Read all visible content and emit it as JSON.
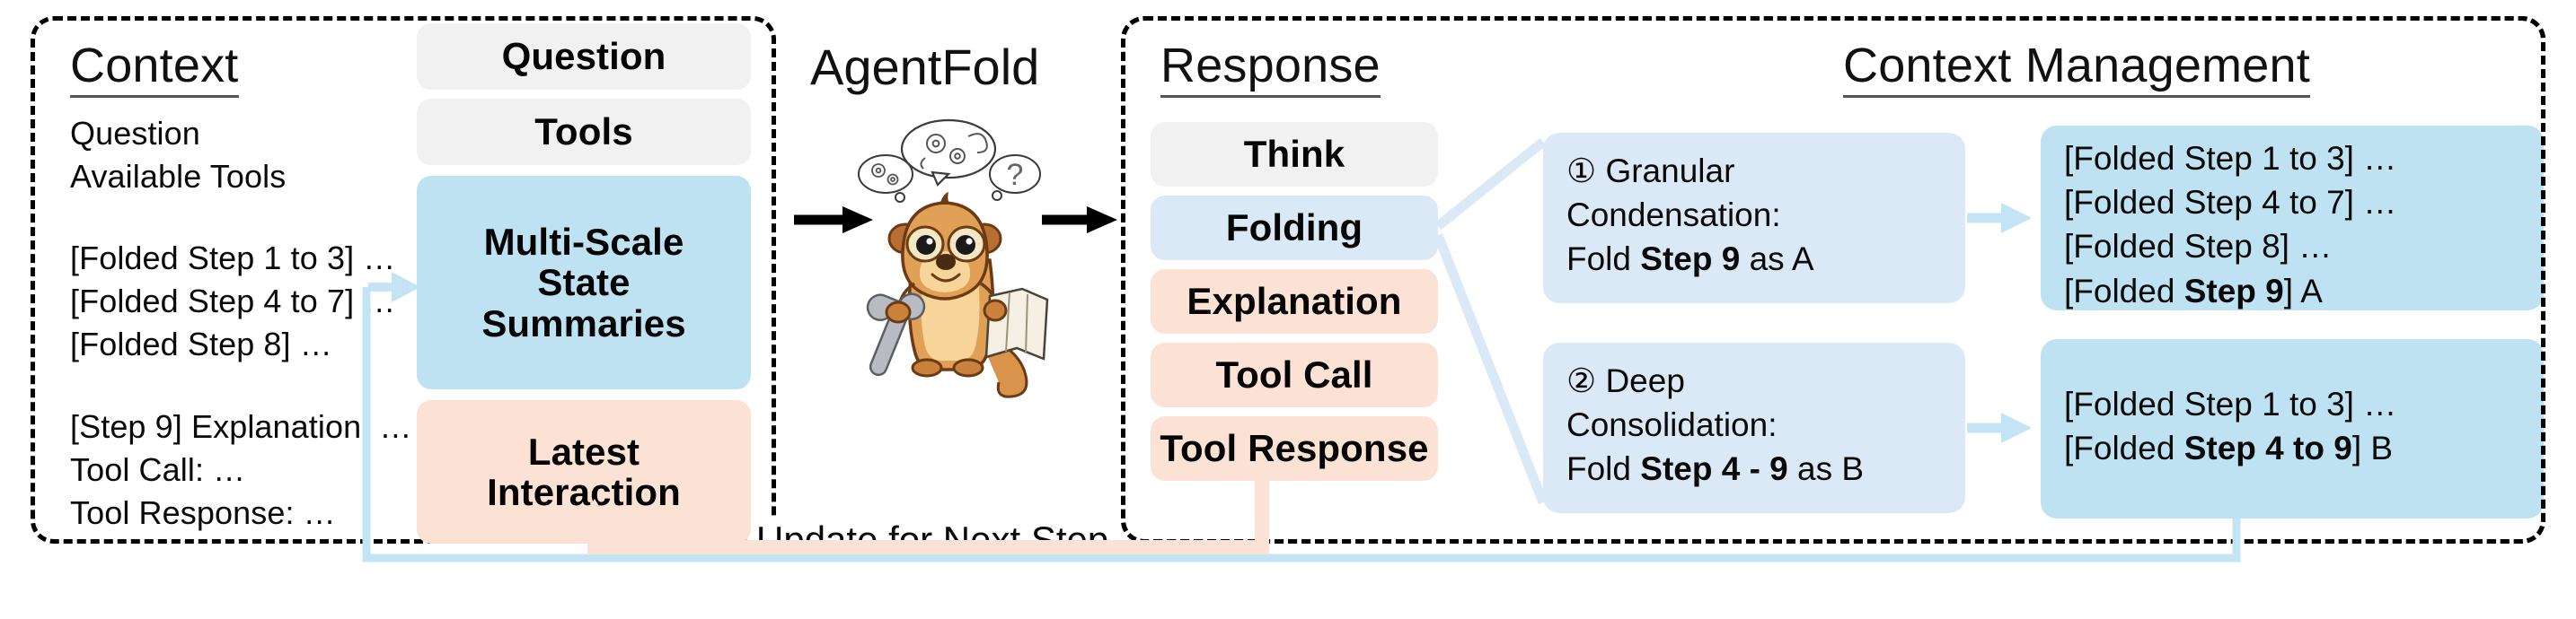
{
  "context_panel": {
    "title": "Context",
    "lines": [
      "Question",
      "Available Tools",
      "",
      "[Folded Step 1 to 3] …",
      "[Folded Step 4 to 7] …",
      "[Folded Step 8] …",
      "",
      "[Step 9] Explanation: …",
      "Tool Call: …",
      "Tool Response: …"
    ],
    "chips": [
      {
        "label": "Question",
        "style": "grey"
      },
      {
        "label": "Tools",
        "style": "grey"
      },
      {
        "label": "Multi-Scale State Summaries",
        "style": "blue"
      },
      {
        "label": "Latest Interaction",
        "style": "peach"
      }
    ]
  },
  "agent": {
    "name": "AgentFold",
    "mascot": "meerkat-mascot",
    "icons": [
      "thought-bubble-gears-icon",
      "thought-bubble-question-icon",
      "wrench-icon",
      "document-icon"
    ],
    "arrow_in": "arrow-right-icon",
    "arrow_out": "arrow-right-icon"
  },
  "response_panel": {
    "title": "Response",
    "chips": [
      {
        "label": "Think",
        "style": "grey"
      },
      {
        "label": "Folding",
        "style": "lightblue"
      },
      {
        "label": "Explanation",
        "style": "peach"
      },
      {
        "label": "Tool Call",
        "style": "peach"
      },
      {
        "label": "Tool Response",
        "style": "peach"
      }
    ]
  },
  "context_management": {
    "title": "Context Management",
    "strategies": [
      {
        "marker": "①",
        "name": "Granular Condensation:",
        "line1": "① Granular",
        "line2": "Condensation:",
        "action_prefix": "Fold ",
        "action_bold": "Step 9",
        "action_suffix": " as A",
        "result_lines": [
          {
            "plain": "[Folded Step 1 to 3] …",
            "bold": "",
            "tail": ""
          },
          {
            "plain": "[Folded Step 4 to 7] …",
            "bold": "",
            "tail": ""
          },
          {
            "plain": "[Folded Step 8] …",
            "bold": "",
            "tail": ""
          },
          {
            "plain": "[Folded ",
            "bold": "Step 9",
            "tail": "] A"
          }
        ]
      },
      {
        "marker": "②",
        "name": "Deep Consolidation:",
        "line1": "② Deep",
        "line2": "Consolidation:",
        "action_prefix": "Fold ",
        "action_bold": "Step 4 - 9",
        "action_suffix": " as B",
        "result_lines": [
          {
            "plain": "[Folded Step 1 to 3] …",
            "bold": "",
            "tail": ""
          },
          {
            "plain": "[Folded ",
            "bold": "Step 4 to 9",
            "tail": "] B"
          }
        ]
      }
    ]
  },
  "feedback": {
    "label": "Update for Next Step",
    "orange_color": "#fbe2d4",
    "blue_color": "#c3e4f5"
  },
  "colors": {
    "grey_chip": "#f1f1f1",
    "blue_chip": "#bfe2f2",
    "light_blue_chip": "#dbe9f6",
    "peach_chip": "#fbe2d4",
    "border": "#000000"
  }
}
